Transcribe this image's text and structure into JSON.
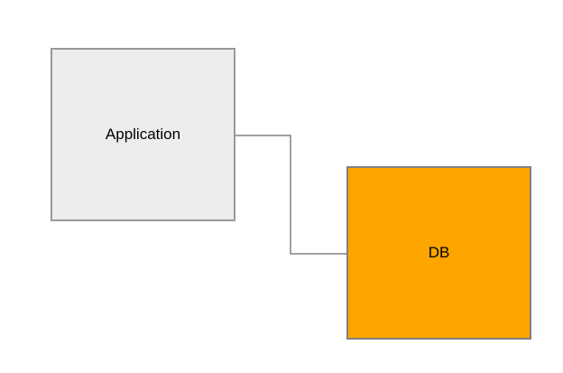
{
  "diagram": {
    "type": "flow-diagram",
    "nodes": [
      {
        "id": "application",
        "label": "Application",
        "shape": "rectangle"
      },
      {
        "id": "db",
        "label": "DB",
        "shape": "rectangle"
      }
    ],
    "connectors": [
      {
        "from": "application",
        "to": "db",
        "style": "orthogonal"
      }
    ]
  },
  "colors": {
    "canvas_bg": "#ffffff",
    "application_fill": "#ededed",
    "application_border": "#999999",
    "db_fill": "#ffa500",
    "db_border": "#808080",
    "connector_stroke": "#808080",
    "text_color": "#000000"
  }
}
